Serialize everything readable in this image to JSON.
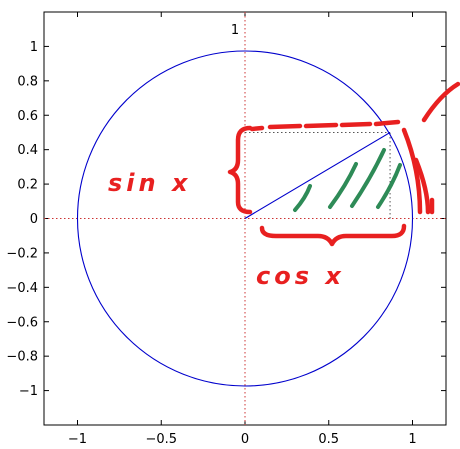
{
  "chart_data": {
    "type": "line",
    "title": "",
    "xlabel": "",
    "ylabel": "",
    "xlim": [
      -1.2,
      1.2
    ],
    "ylim": [
      -1.2,
      1.2
    ],
    "grid": false,
    "x_ticks": [
      "−1",
      "−0.5",
      "0",
      "0.5",
      "1"
    ],
    "x_tick_values": [
      -1,
      -0.5,
      0,
      0.5,
      1
    ],
    "y_ticks": [
      "1",
      "0.8",
      "0.6",
      "0.4",
      "0.2",
      "0",
      "−0.2",
      "−0.4",
      "−0.6",
      "−0.8",
      "−1"
    ],
    "y_tick_values": [
      1,
      0.8,
      0.6,
      0.4,
      0.2,
      0,
      -0.2,
      -0.4,
      -0.6,
      -0.8,
      -1
    ],
    "unit_circle": {
      "radius": 1,
      "color": "#0000cc"
    },
    "radius_segment": {
      "x": [
        0,
        0.866
      ],
      "y": [
        0,
        0.5
      ],
      "color": "#0000cc"
    },
    "projection_lines": {
      "x": 0.866,
      "y": 0.5,
      "color": "#555555"
    },
    "axis_lines": {
      "color": "#cc3333"
    },
    "axis_top_label": "1",
    "annotations": {
      "sin_label": "sin x",
      "cos_label": "cos x",
      "ink_color": "#e82020",
      "hatch_color": "#2e8b57"
    }
  }
}
